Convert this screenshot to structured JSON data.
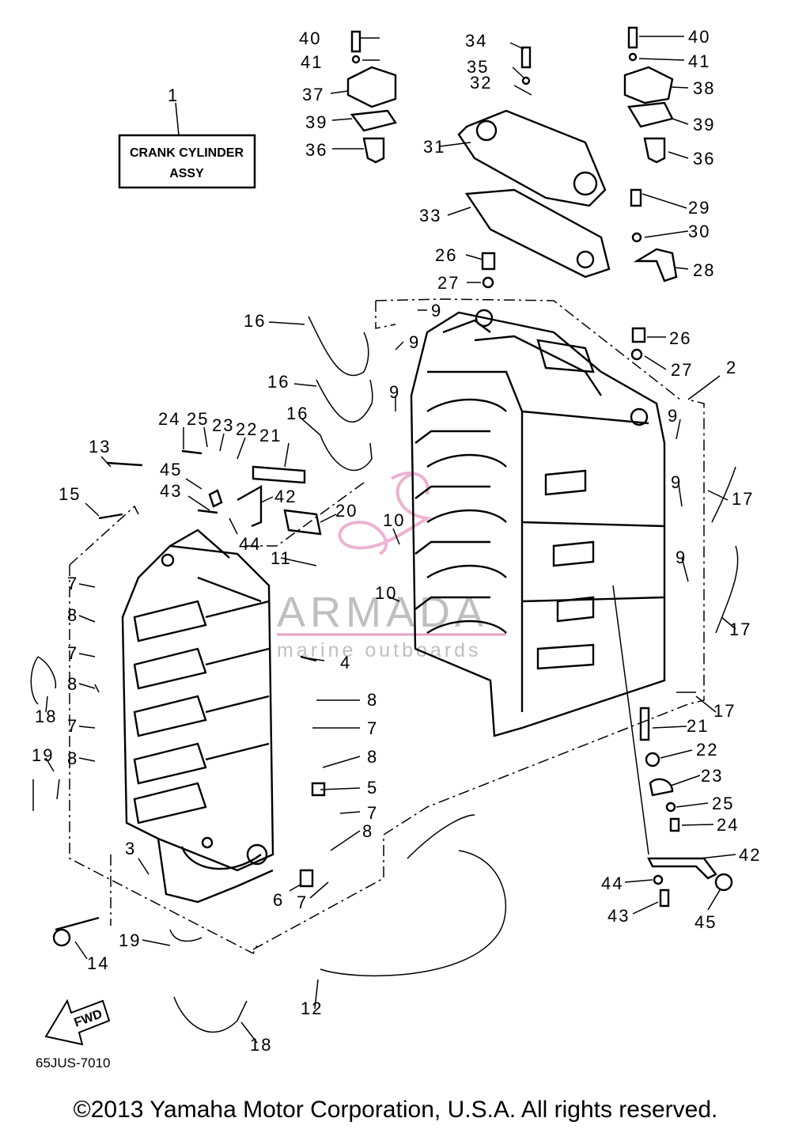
{
  "title_box": {
    "line1": "CRANK CYLINDER",
    "line2": "ASSY"
  },
  "diagram_code": "65JUS-7010",
  "copyright": "©2013 Yamaha Motor Corporation, U.S.A. All rights reserved.",
  "fwd_label": "FWD",
  "watermark": {
    "brand": "ARMADA",
    "tagline": "marine outboards",
    "color": "#e8a0c8"
  },
  "callouts": [
    "1",
    "2",
    "3",
    "4",
    "5",
    "6",
    "7",
    "8",
    "9",
    "10",
    "11",
    "12",
    "13",
    "14",
    "15",
    "16",
    "17",
    "18",
    "19",
    "20",
    "21",
    "22",
    "23",
    "24",
    "25",
    "26",
    "27",
    "28",
    "29",
    "30",
    "31",
    "32",
    "33",
    "34",
    "35",
    "36",
    "37",
    "38",
    "39",
    "40",
    "41",
    "42",
    "43",
    "44",
    "45"
  ]
}
